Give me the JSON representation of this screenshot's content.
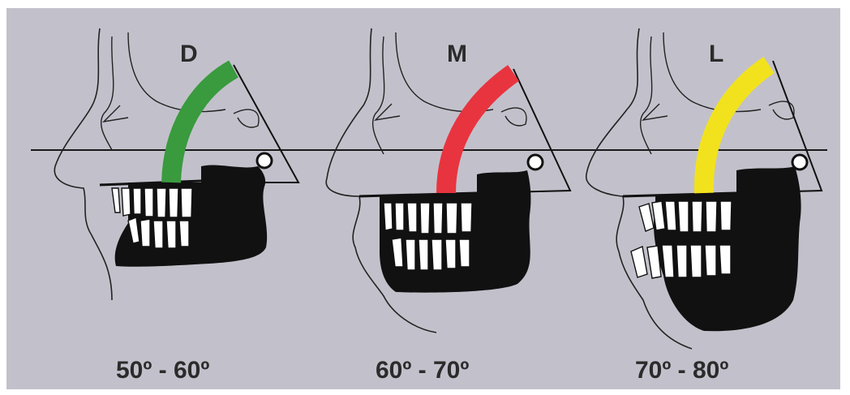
{
  "panels": [
    {
      "letter": "D",
      "range": "50º - 60º",
      "arc_color": "#3a9a3e"
    },
    {
      "letter": "M",
      "range": "60º - 70º",
      "arc_color": "#e8343f"
    },
    {
      "letter": "L",
      "range": "70º - 80º",
      "arc_color": "#f2e21d"
    }
  ],
  "colors": {
    "background": "#c2c1cb",
    "ink": "#111111"
  }
}
